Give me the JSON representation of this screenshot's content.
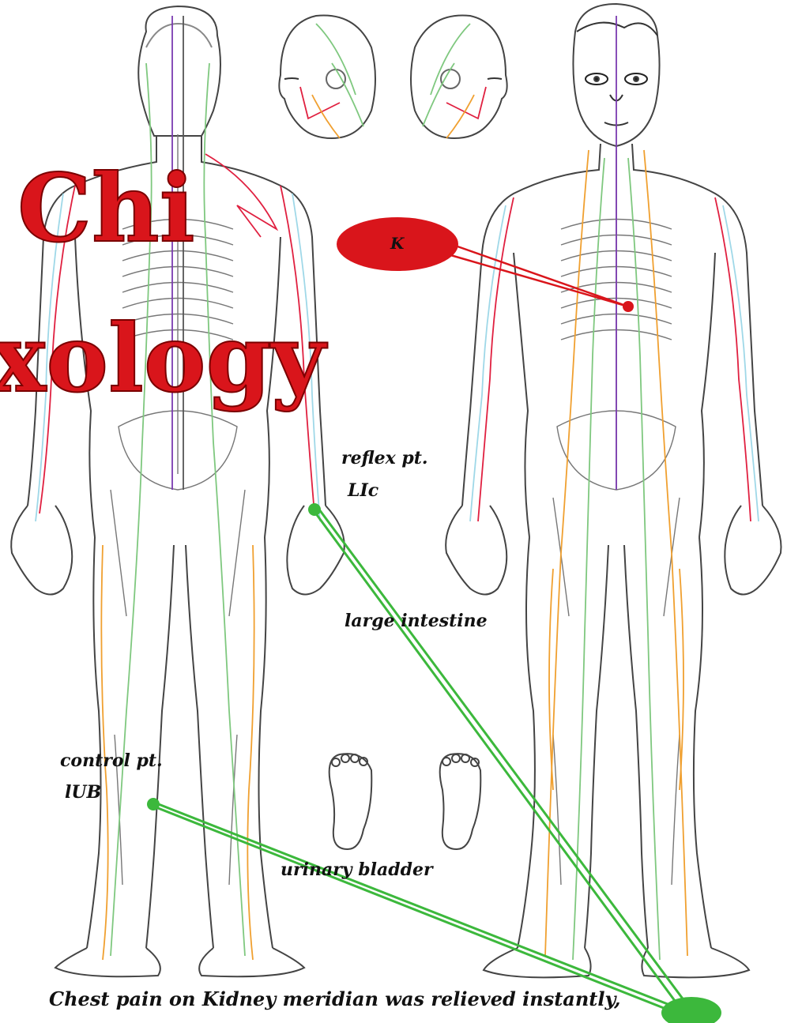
{
  "title": {
    "line1": "Chi",
    "line2": "xology"
  },
  "labels": {
    "kidney_point": "K",
    "reflex_point": "reflex pt.",
    "reflex_code": "LIc",
    "large_intestine": "large intestine",
    "control_point": "control pt.",
    "control_code": "lUB",
    "urinary_bladder": "urinary bladder"
  },
  "caption": "Chest pain on Kidney meridian was relieved instantly,",
  "colors": {
    "title": "#d9151b",
    "kidney_marker": "#d9151b",
    "green_points": "#3cb83c",
    "outline": "#444444",
    "meridian_orange": "#f0a030",
    "meridian_green": "#7fc87f",
    "meridian_red": "#e02040",
    "meridian_purple": "#7a3ab0",
    "meridian_cyan": "#9fd8e8"
  }
}
